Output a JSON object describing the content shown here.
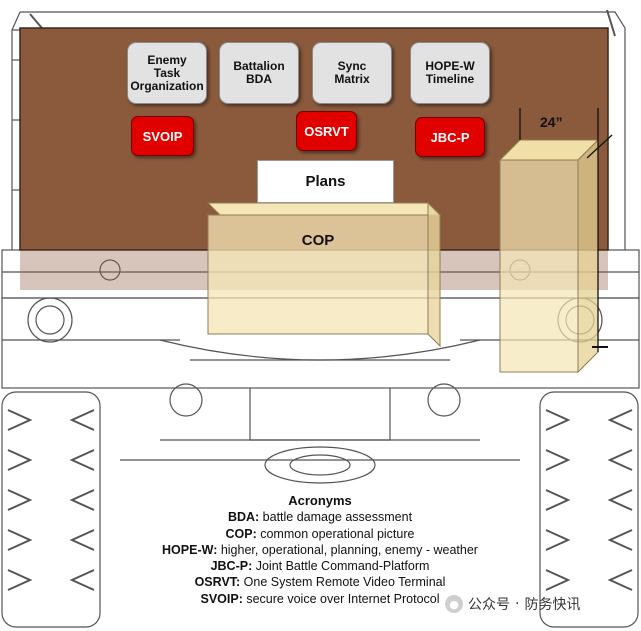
{
  "buttons_top": [
    {
      "label": "Enemy\nTask\nOrganization"
    },
    {
      "label": "Battalion\nBDA"
    },
    {
      "label": "Sync\nMatrix"
    },
    {
      "label": "HOPE-W\nTimeline"
    }
  ],
  "buttons_red": [
    {
      "label": "SVOIP"
    },
    {
      "label": "OSRVT"
    },
    {
      "label": "JBC-P"
    }
  ],
  "plans_label": "Plans",
  "cop_label": "COP",
  "dimension_label": "24”",
  "legend": {
    "title": "Acronyms",
    "items": [
      {
        "abbr": "BDA:",
        "desc": " battle damage assessment"
      },
      {
        "abbr": "COP:",
        "desc": " common operational picture"
      },
      {
        "abbr": "HOPE-W:",
        "desc": " higher, operational, planning, enemy - weather"
      },
      {
        "abbr": "JBC-P:",
        "desc": " Joint Battle Command-Platform"
      },
      {
        "abbr": "OSRVT:",
        "desc": " One System Remote Video Terminal"
      },
      {
        "abbr": "SVOIP:",
        "desc": " secure voice over Internet Protocol"
      }
    ]
  },
  "watermark": {
    "source": "公众号",
    "sep": "·",
    "account": "防务快讯"
  },
  "colors": {
    "panel": "#8b5a3c",
    "cream": "#f5e6b5",
    "red": "#e00000",
    "gray_button": "#e2e2e2"
  }
}
